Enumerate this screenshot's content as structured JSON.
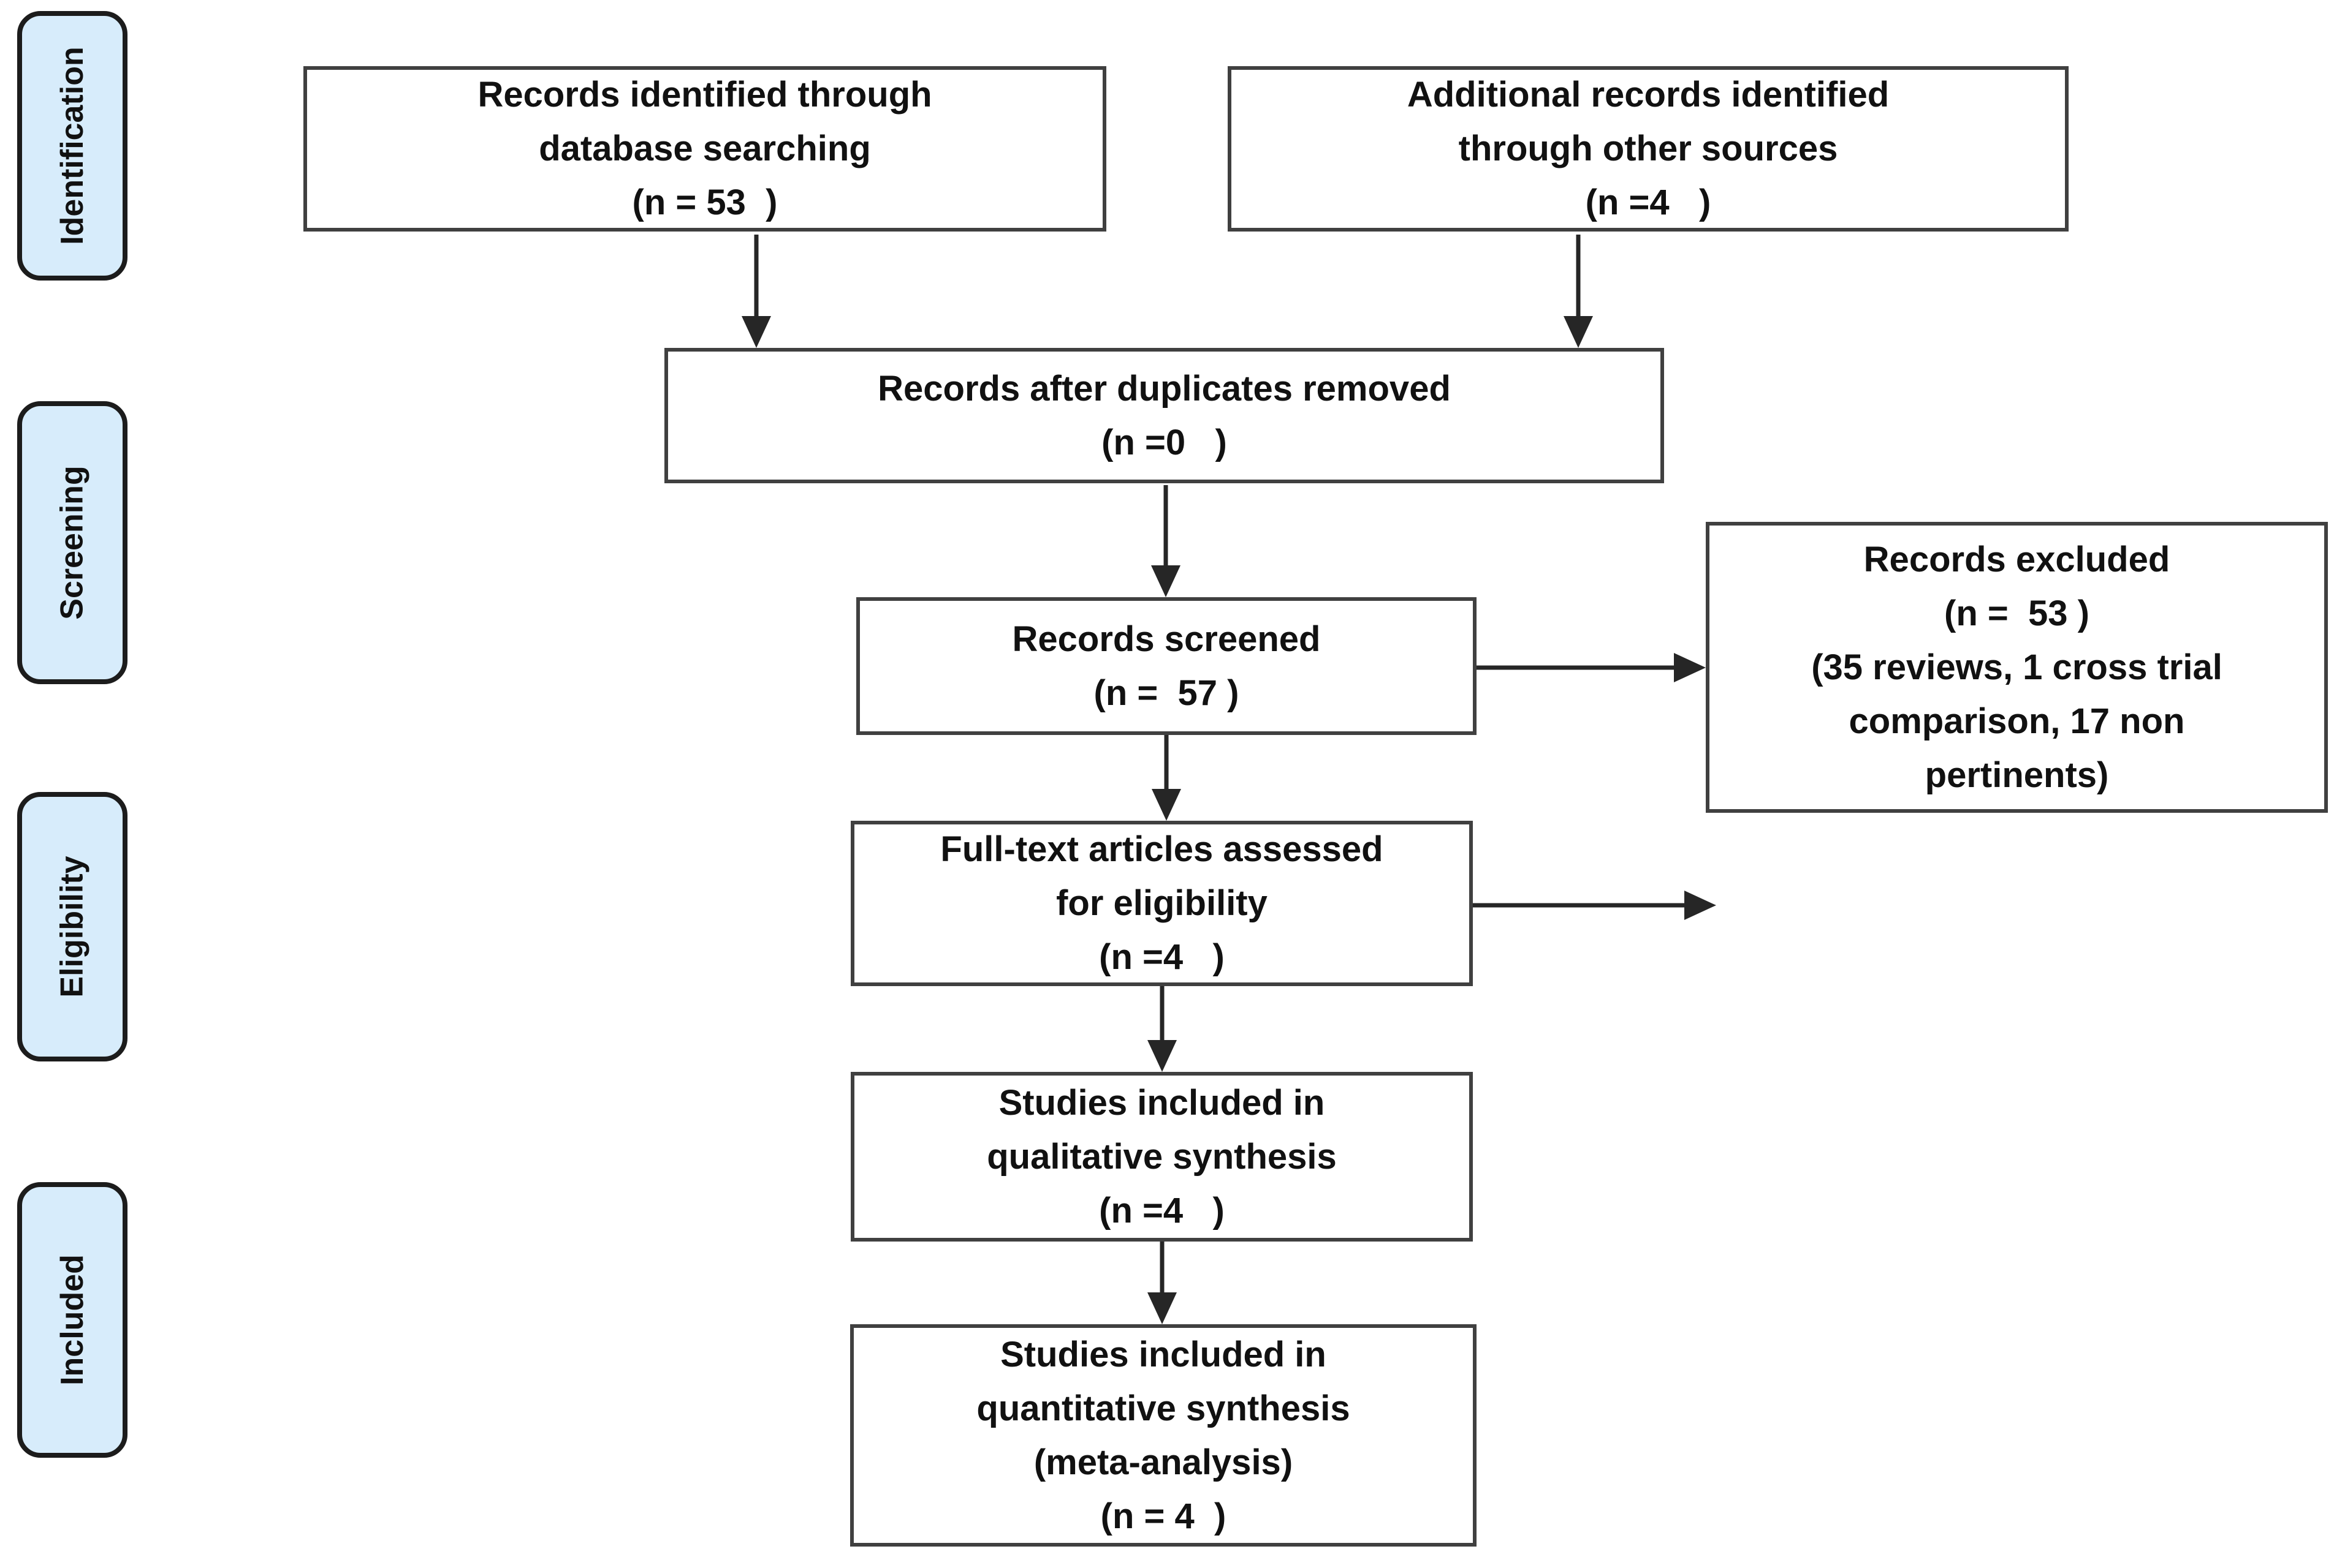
{
  "stages": [
    {
      "label": "Identification"
    },
    {
      "label": "Screening"
    },
    {
      "label": "Eligibility"
    },
    {
      "label": "Included"
    }
  ],
  "boxes": [
    {
      "name": "records-identified",
      "text": "Records identified through\ndatabase searching\n(n = 53  )"
    },
    {
      "name": "additional-records",
      "text": "Additional records identified\nthrough other sources\n(n =4   )"
    },
    {
      "name": "duplicates-removed",
      "text": "Records after duplicates removed\n(n =0   )"
    },
    {
      "name": "records-screened",
      "text": "Records screened\n(n =  57 )"
    },
    {
      "name": "records-excluded",
      "text": "Records excluded\n(n =  53 )\n(35 reviews, 1 cross trial\ncomparison, 17 non\npertinents)"
    },
    {
      "name": "full-text-assessed",
      "text": "Full-text articles assessed\nfor eligibility\n(n =4   )"
    },
    {
      "name": "qualitative-synthesis",
      "text": "Studies included in\nqualitative synthesis\n(n =4   )"
    },
    {
      "name": "quantitative-synthesis",
      "text": "Studies included in\nquantitative synthesis\n(meta-analysis)\n(n = 4  )"
    }
  ],
  "colors": {
    "stage_fill": "#d7ecfb",
    "stage_border": "#1c1c1c",
    "box_fill": "#ffffff",
    "box_border": "#404040",
    "arrow": "#262626",
    "text": "#111111"
  }
}
